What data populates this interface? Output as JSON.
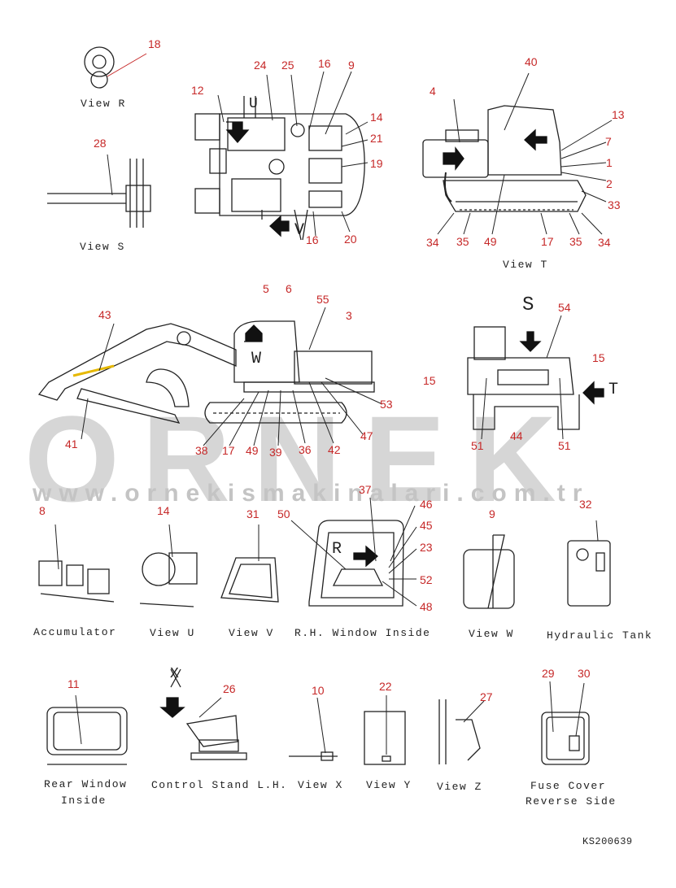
{
  "watermark": {
    "brand": "ORNEK",
    "url": "www.ornekismakinalari.com.tr"
  },
  "drawing_code": "KS200639",
  "views": {
    "view_r": "View R",
    "view_s": "View S",
    "view_t": "View T",
    "accumulator": "Accumulator",
    "view_u": "View U",
    "view_v": "View V",
    "rh_window": "R.H. Window Inside",
    "view_w": "View W",
    "hydraulic_tank": "Hydraulic Tank",
    "rear_window_1": "Rear Window",
    "rear_window_2": "Inside",
    "control_stand": "Control Stand L.H.",
    "view_x": "View X",
    "view_y": "View Y",
    "view_z": "View Z",
    "fuse_cover_1": "Fuse Cover",
    "fuse_cover_2": "Reverse Side"
  },
  "letters": {
    "u": "U",
    "v": "V",
    "w": "W",
    "s": "S",
    "t": "T",
    "r": "R",
    "x": "X"
  },
  "callouts": [
    "18",
    "28",
    "12",
    "24",
    "25",
    "16",
    "9",
    "14",
    "21",
    "19",
    "16",
    "20",
    "4",
    "40",
    "13",
    "7",
    "1",
    "2",
    "33",
    "34",
    "35",
    "49",
    "17",
    "35",
    "34",
    "5",
    "6",
    "55",
    "3",
    "43",
    "53",
    "47",
    "41",
    "38",
    "17",
    "49",
    "39",
    "36",
    "42",
    "54",
    "15",
    "15",
    "51",
    "44",
    "51",
    "8",
    "14",
    "31",
    "50",
    "37",
    "46",
    "45",
    "23",
    "52",
    "48",
    "9",
    "32",
    "11",
    "26",
    "10",
    "22",
    "27",
    "29",
    "30"
  ],
  "colors": {
    "callout": "#c62828",
    "line": "#222222",
    "watermark": "#cfcfcf"
  }
}
